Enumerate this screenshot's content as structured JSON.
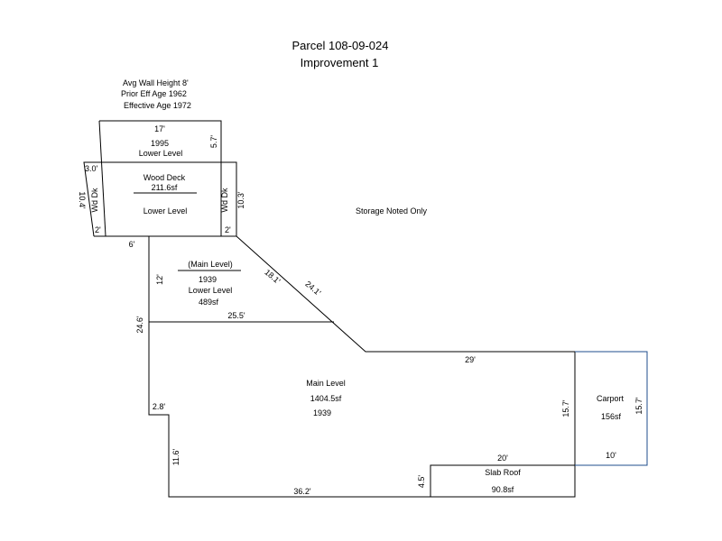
{
  "title": {
    "line1": "Parcel 108-09-024",
    "line2": "Improvement 1"
  },
  "notes": {
    "wall_height": "Avg Wall Height 8'",
    "prior_eff_age": "Prior Eff Age 1962",
    "effective_age": "Effective Age 1972",
    "storage": "Storage Noted Only"
  },
  "upper_box": {
    "dim_top": "17'",
    "year": "1995",
    "level": "Lower Level",
    "dim_right": "5.7'"
  },
  "deck": {
    "name": "Wood Deck",
    "area": "211.6sf",
    "level": "Lower Level",
    "dim_left_top": "3.0'",
    "dim_left": "10.4'",
    "wd_left": "Wd Dk",
    "wd_right": "Wd Dk",
    "dim_right": "10.3'",
    "dim_bl": "2'",
    "dim_br": "2'",
    "dim_bottom": "6'"
  },
  "lower": {
    "label": "(Main Level)",
    "year": "1939",
    "level": "Lower Level",
    "area": "489sf",
    "dim_left": "12'",
    "dim_bottom": "25.5'",
    "dim_diag1": "18.1'",
    "dim_diag2": "24.1'"
  },
  "main": {
    "level": "Main Level",
    "area": "1404.5sf",
    "year": "1939",
    "dim_left": "24.6'",
    "dim_top": "29'",
    "dim_jog": "2.8'",
    "dim_left2": "11.6'",
    "dim_bottom": "36.2'",
    "dim_right": "15.7'"
  },
  "slab": {
    "name": "Slab Roof",
    "area": "90.8sf",
    "dim_top": "20'",
    "dim_left": "4.5'"
  },
  "carport": {
    "name": "Carport",
    "area": "156sf",
    "dim_right": "15.7'",
    "dim_bottom": "10'",
    "color": "#1f4e8c"
  }
}
